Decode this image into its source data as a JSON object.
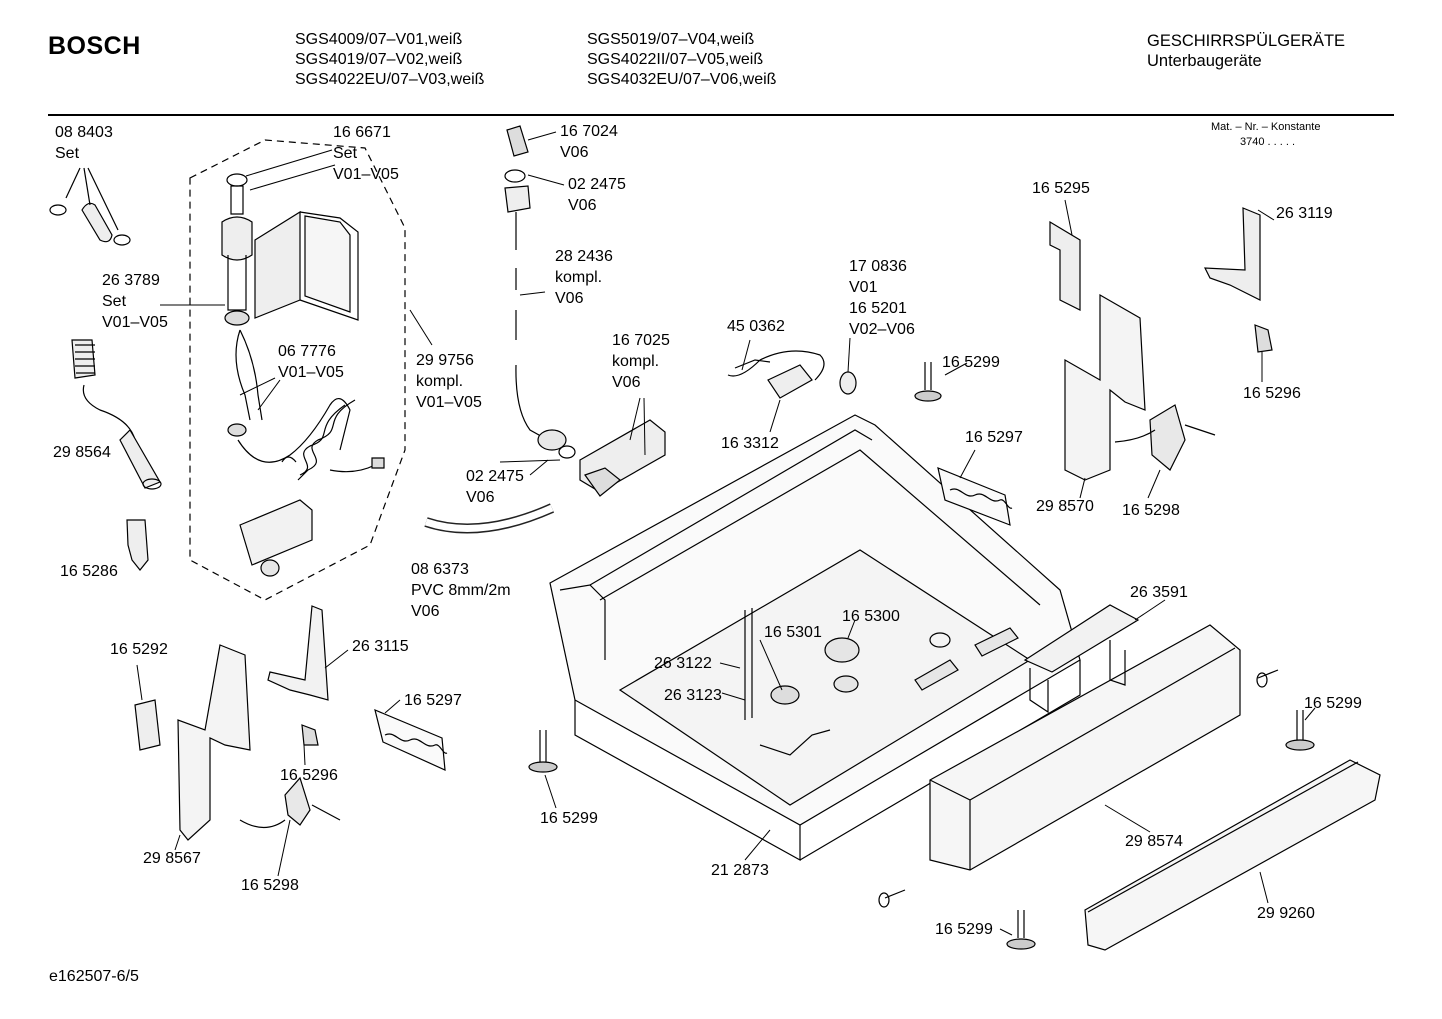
{
  "header": {
    "brand": "BOSCH",
    "models_left": [
      "SGS4009/07–V01,weiß",
      "SGS4019/07–V02,weiß",
      "SGS4022EU/07–V03,weiß"
    ],
    "models_right": [
      "SGS5019/07–V04,weiß",
      "SGS4022II/07–V05,weiß",
      "SGS4032EU/07–V06,weiß"
    ],
    "category": "GESCHIRRSPÜLGERÄTE",
    "subcategory": "Unterbaugeräte",
    "mat_nr_label": "Mat. – Nr. – Konstante",
    "mat_nr_value": "3740 . . . . ."
  },
  "footer": {
    "doc_id": "e162507-6/5"
  },
  "labels": {
    "l01": [
      "08 8403",
      "Set"
    ],
    "l02": [
      "16 6671",
      "Set",
      "V01–V05"
    ],
    "l03": [
      "26 3789",
      "Set",
      "V01–V05"
    ],
    "l04": [
      "06 7776",
      "V01–V05"
    ],
    "l05": [
      "29 9756",
      "kompl.",
      "V01–V05"
    ],
    "l06": [
      "29 8564"
    ],
    "l07": [
      "16 5286"
    ],
    "l08": [
      "16 7024",
      "V06"
    ],
    "l09": [
      "02 2475",
      "V06"
    ],
    "l10": [
      "28 2436",
      "kompl.",
      "V06"
    ],
    "l11": [
      "16 7025",
      "kompl.",
      "V06"
    ],
    "l12": [
      "02 2475",
      "V06"
    ],
    "l13": [
      "08 6373",
      "PVC 8mm/2m",
      "V06"
    ],
    "l14": [
      "45 0362"
    ],
    "l15": [
      "17 0836",
      "V01",
      "16 5201",
      "V02–V06"
    ],
    "l16": [
      "16 3312"
    ],
    "l17": [
      "16 5299"
    ],
    "l18": [
      "16 5295"
    ],
    "l19": [
      "26 3119"
    ],
    "l20": [
      "16 5296"
    ],
    "l21": [
      "16 5297"
    ],
    "l22": [
      "29 8570"
    ],
    "l23": [
      "16 5298"
    ],
    "l24": [
      "16 5292"
    ],
    "l25": [
      "26 3115"
    ],
    "l26": [
      "16 5297"
    ],
    "l27": [
      "16 5296"
    ],
    "l28": [
      "29 8567"
    ],
    "l29": [
      "16 5298"
    ],
    "l30": [
      "16 5301"
    ],
    "l31": [
      "16 5300"
    ],
    "l32": [
      "26 3122"
    ],
    "l33": [
      "26 3123"
    ],
    "l34": [
      "16 5299"
    ],
    "l35": [
      "21 2873"
    ],
    "l36": [
      "26 3591"
    ],
    "l37": [
      "16 5299"
    ],
    "l38": [
      "29 8574"
    ],
    "l39": [
      "29 9260"
    ],
    "l40": [
      "16 5299"
    ]
  }
}
